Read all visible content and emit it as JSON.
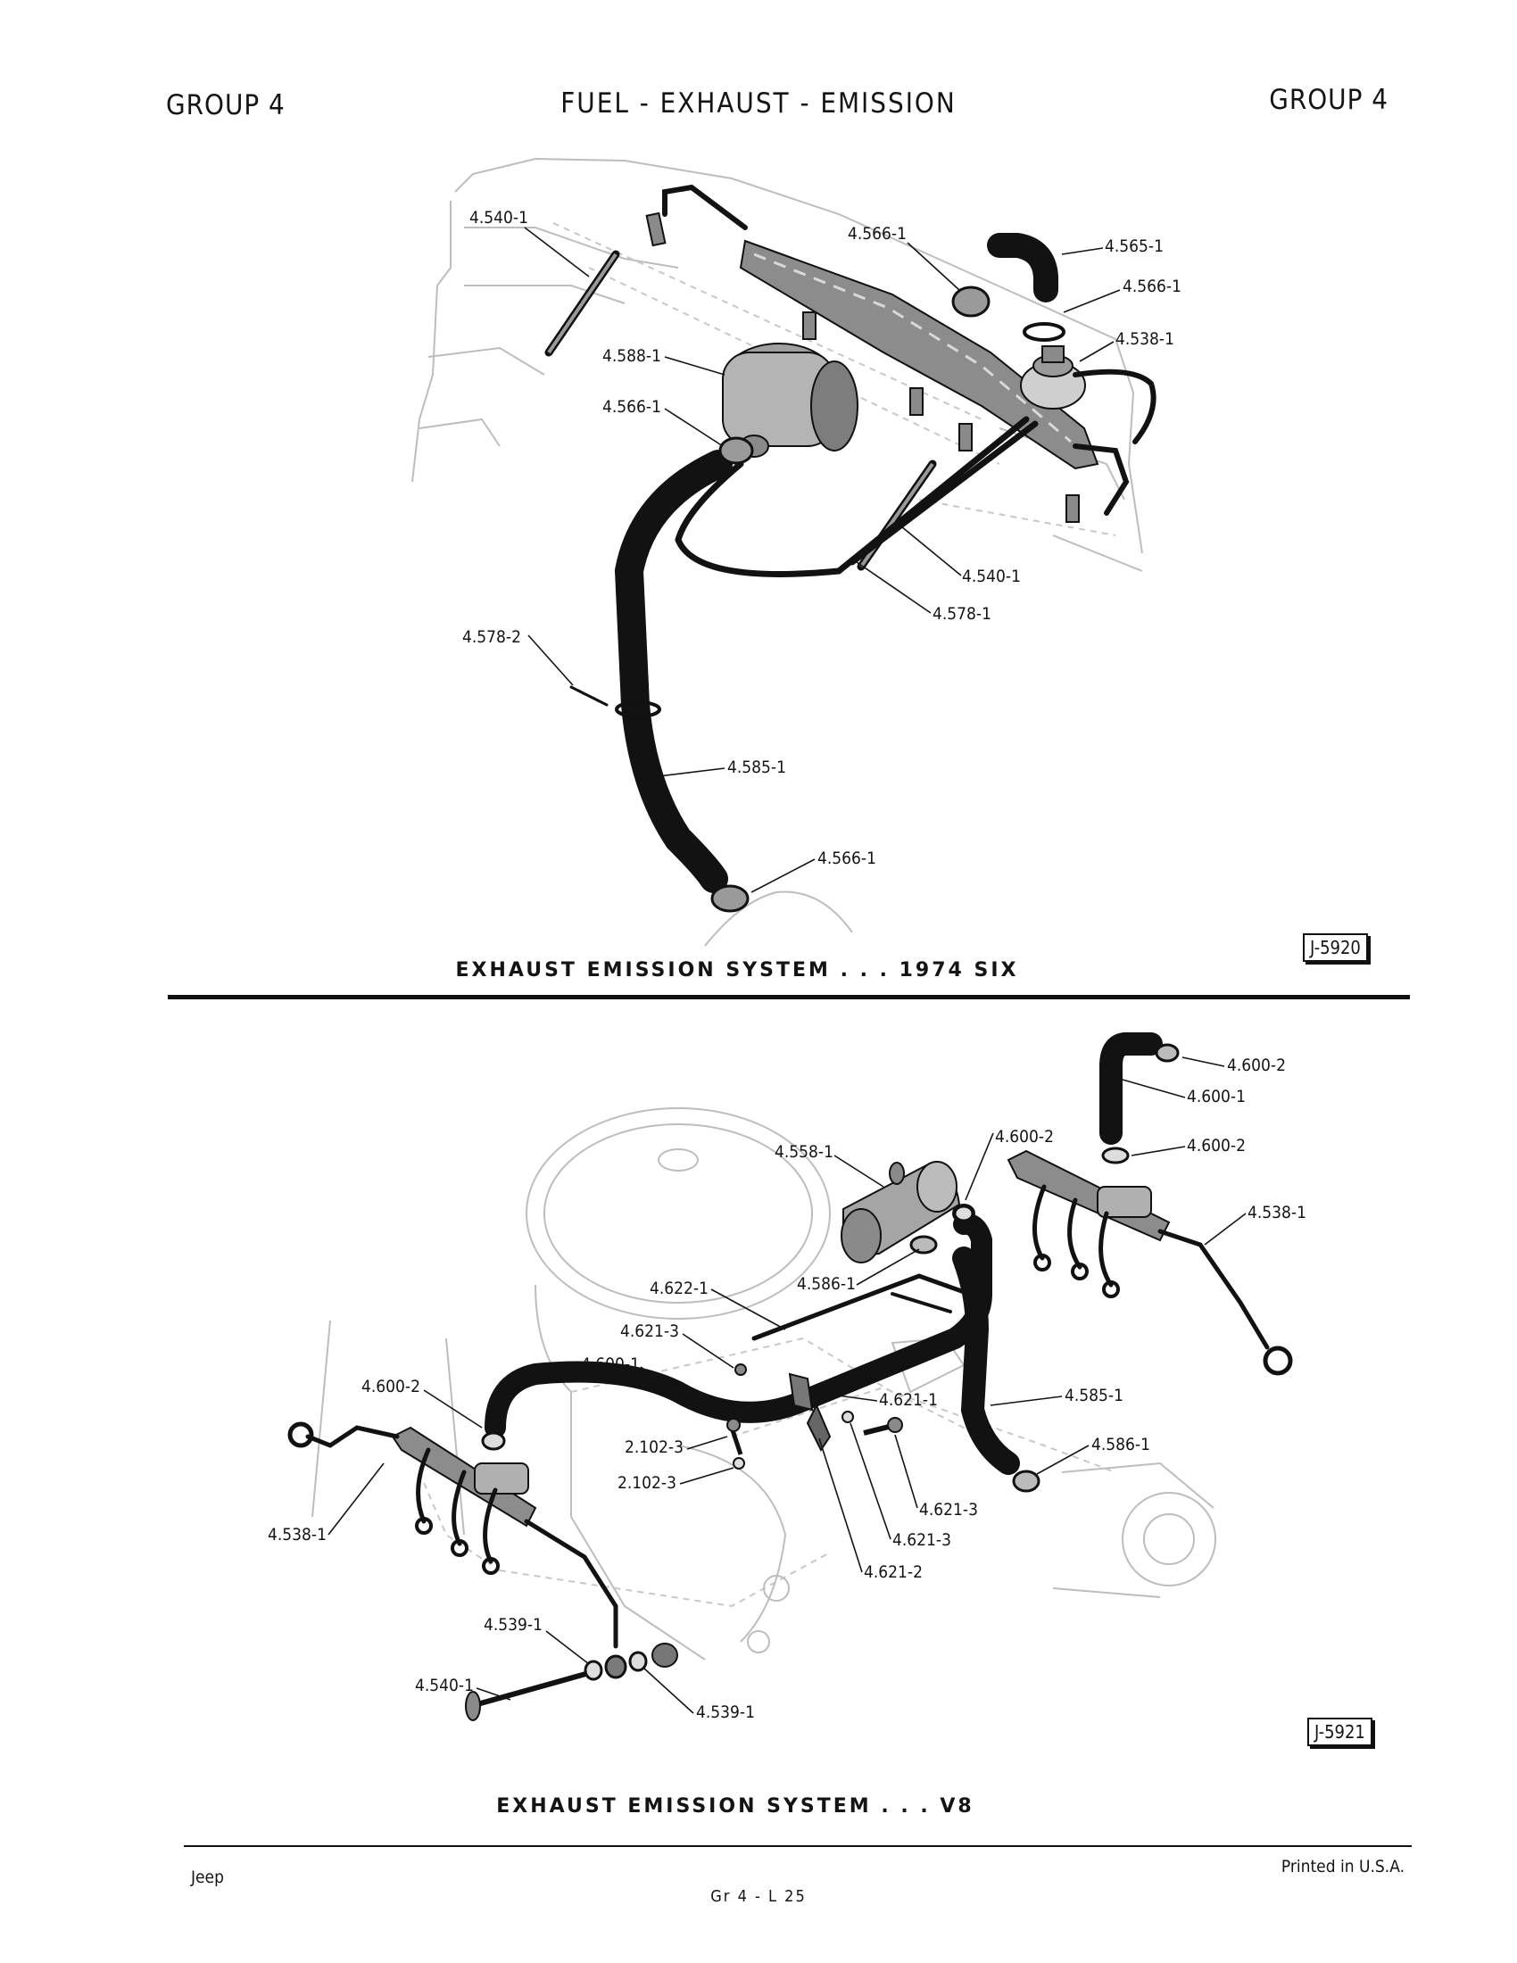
{
  "header": {
    "group_left": "GROUP 4",
    "title": "FUEL - EXHAUST - EMISSION",
    "group_right": "GROUP 4"
  },
  "figure_top": {
    "caption": "EXHAUST EMISSION SYSTEM . . . 1974 SIX",
    "figure_id": "J-5920",
    "callouts": [
      "4.540-1",
      "4.566-1",
      "4.565-1",
      "4.566-1",
      "4.538-1",
      "4.588-1",
      "4.566-1",
      "4.540-1",
      "4.578-1",
      "4.578-2",
      "4.585-1",
      "4.566-1"
    ]
  },
  "figure_bottom": {
    "caption": "EXHAUST EMISSION SYSTEM . . . V8",
    "figure_id": "J-5921",
    "callouts": [
      "4.600-2",
      "4.600-1",
      "4.600-2",
      "4.558-1",
      "4.600-2",
      "4.538-1",
      "4.622-1",
      "4.586-1",
      "4.621-3",
      "4.600-1",
      "4.600-2",
      "4.621-1",
      "4.585-1",
      "4.586-1",
      "2.102-3",
      "2.102-3",
      "4.621-3",
      "4.621-3",
      "4.538-1",
      "4.621-2",
      "4.539-1",
      "4.540-1",
      "4.539-1"
    ]
  },
  "footer": {
    "left": "Jeep",
    "center": "Gr 4 - L 25",
    "right": "Printed in U.S.A."
  }
}
